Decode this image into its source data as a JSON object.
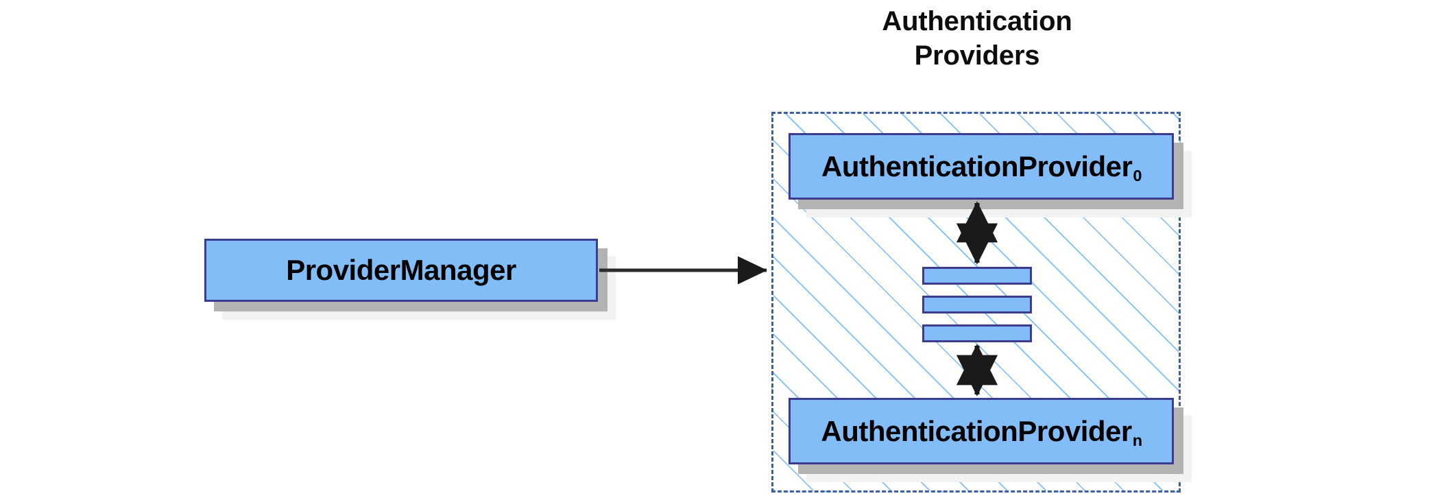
{
  "diagram": {
    "title_line_1": "Authentication",
    "title_line_2": "Providers",
    "title": "Authentication\nProviders",
    "nodes": {
      "provider_manager": "ProviderManager",
      "provider_first_base": "AuthenticationProvider",
      "provider_first_subscript": "0",
      "provider_last_base": "AuthenticationProvider",
      "provider_last_subscript": "n"
    },
    "ellipsis": {
      "bar_count": 3,
      "meaning": "vertical-ellipsis"
    },
    "edges": [
      {
        "name": "manager-to-group",
        "from": "ProviderManager",
        "to": "Authentication Providers",
        "style": "solid",
        "arrowheads": "single"
      },
      {
        "name": "provider0-to-ellipsis",
        "from": "AuthenticationProvider 0",
        "to": "ellipsis",
        "style": "solid",
        "arrowheads": "double"
      },
      {
        "name": "ellipsis-to-providern",
        "from": "ellipsis",
        "to": "AuthenticationProvider n",
        "style": "solid",
        "arrowheads": "double"
      }
    ],
    "colors": {
      "node_fill": "#82bdf8",
      "node_border": "#3b3b8f",
      "group_border": "#3d5fa8",
      "group_hatch": "#8fc4f5",
      "shadow_dark": "#b3b3b3",
      "shadow_light": "#f2f2f2",
      "arrow": "#1a1a1a",
      "text": "#000000"
    }
  }
}
